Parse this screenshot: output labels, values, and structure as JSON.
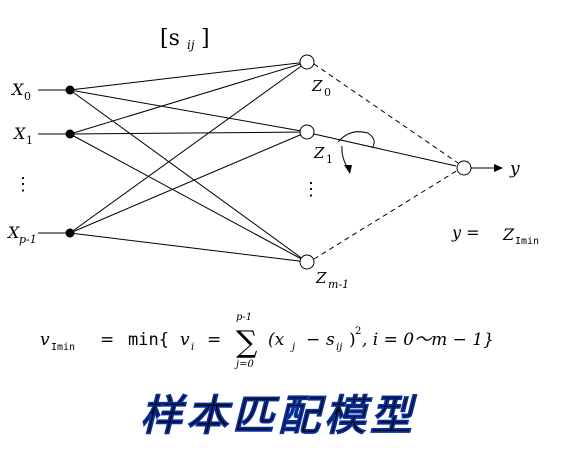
{
  "diagram": {
    "matrix_label": "[s",
    "matrix_sub": "ij",
    "matrix_close": "]",
    "inputs": [
      {
        "base": "X",
        "sub": "0"
      },
      {
        "base": "X",
        "sub": "1"
      },
      {
        "base": "X",
        "sub": "p-1"
      }
    ],
    "input_ellipsis": "⋮",
    "hidden": [
      {
        "base": "Z",
        "sub": "0"
      },
      {
        "base": "Z",
        "sub": "1"
      },
      {
        "base": "Z",
        "sub": "m-1"
      }
    ],
    "hidden_ellipsis": "⋮",
    "output_label": "y",
    "output_eq_lhs": "y =",
    "output_eq_z": "Z",
    "output_eq_sub": "Imin"
  },
  "formula": {
    "lhs_v": "v",
    "lhs_sub": "Imin",
    "eq": "=",
    "min": "min{",
    "v": "v",
    "v_sub": "i",
    "eq2": "=",
    "sigma": "∑",
    "sum_top": "p-1",
    "sum_bottom": "j=0",
    "paren_open": "(x",
    "x_sub": "j",
    "minus": "−",
    "s": "s",
    "s_sub": "ij",
    "paren_close": ")",
    "power": "2",
    "tail": ", i = 0～m − 1}"
  },
  "title": "样本匹配模型",
  "colors": {
    "line": "#000000",
    "title_dark": "#1a3fb0",
    "title_light": "#7fb7ff"
  }
}
